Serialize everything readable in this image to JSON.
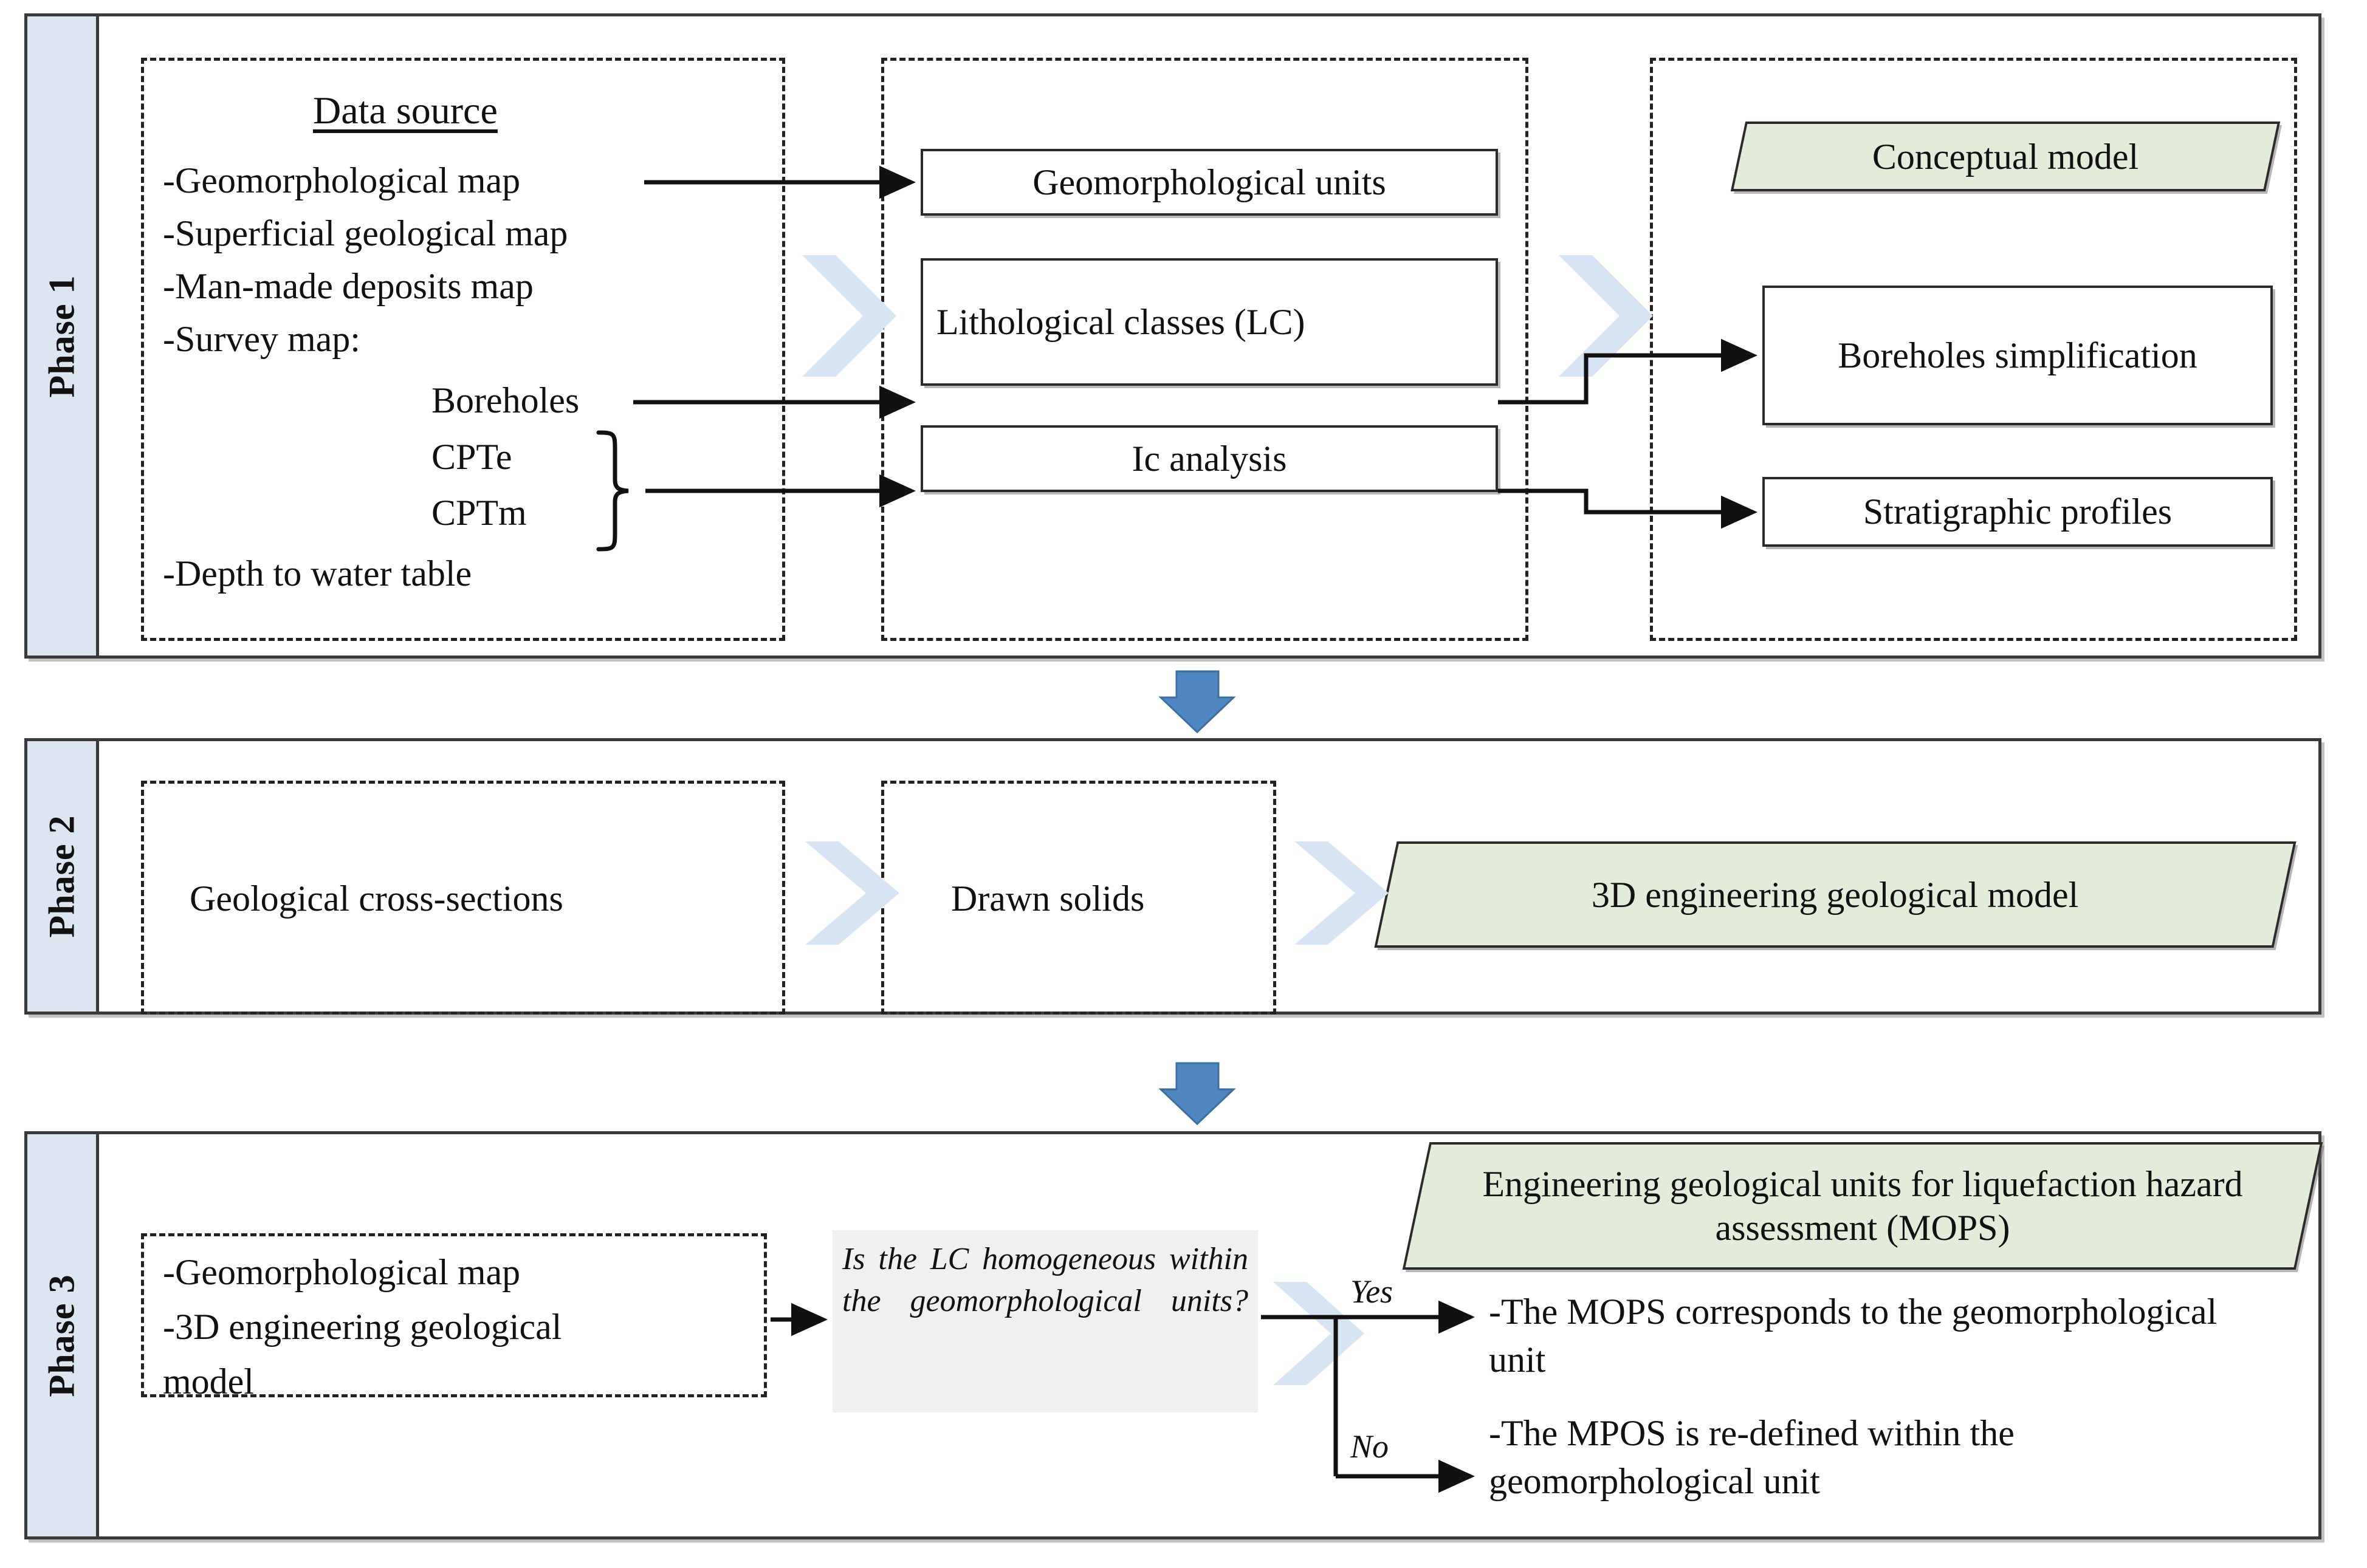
{
  "colors": {
    "phase_label_bg": "#DCE6F1",
    "chevron": "#D6E4F3",
    "blue_arrow": "#4E87C0",
    "green_fill": "#E3EBD9",
    "question_bg": "#F0F0F0",
    "frame_border": "#3A3A3A"
  },
  "phases": [
    {
      "label": "Phase 1"
    },
    {
      "label": "Phase 2"
    },
    {
      "label": "Phase 3"
    }
  ],
  "phase1": {
    "data_source": {
      "heading": "Data source",
      "items": [
        "-Geomorphological map",
        "-Superficial geological map",
        "-Man-made deposits map",
        "-Survey map:"
      ],
      "survey_items": [
        "Boreholes",
        "CPTe",
        "CPTm"
      ],
      "last_item": "-Depth to water table"
    },
    "processing": [
      "Geomorphological units",
      "Lithological classes (LC)",
      "Ic analysis"
    ],
    "outputs": {
      "model": "Conceptual model",
      "boxes": [
        "Boreholes simplification",
        "Stratigraphic profiles"
      ]
    }
  },
  "phase2": {
    "steps": [
      "Geological cross-sections",
      "Drawn solids"
    ],
    "result": "3D engineering geological model"
  },
  "phase3": {
    "inputs": [
      "-Geomorphological map",
      "-3D engineering geological",
      "model"
    ],
    "question": "Is the LC homogeneous within the geomorphological units?",
    "branches": [
      {
        "label": "Yes",
        "text": "-The MOPS corresponds to the geomorphological unit"
      },
      {
        "label": "No",
        "text": "-The MPOS is re-defined within the geomorphological unit"
      }
    ],
    "result": "Engineering geological units for liquefaction hazard assessment (MOPS)"
  }
}
